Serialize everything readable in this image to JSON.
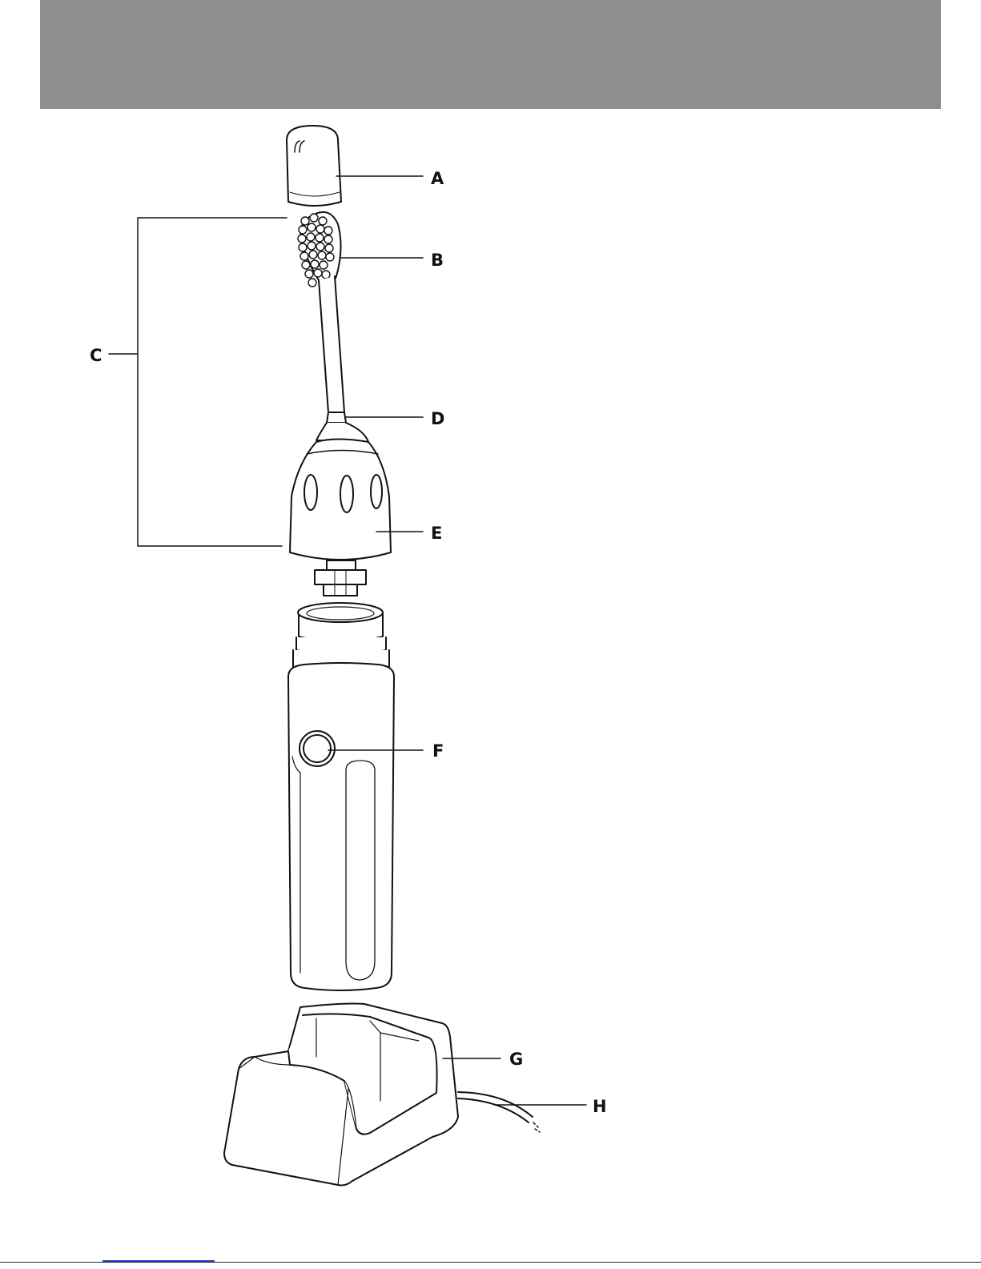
{
  "colors": {
    "header_band": "#8f8e8e",
    "ink": "#111111",
    "footer_link": "#2a3bd6"
  },
  "callouts": {
    "a": "A",
    "b": "B",
    "c": "C",
    "d": "D",
    "e": "E",
    "f": "F",
    "g": "G",
    "h": "H"
  }
}
